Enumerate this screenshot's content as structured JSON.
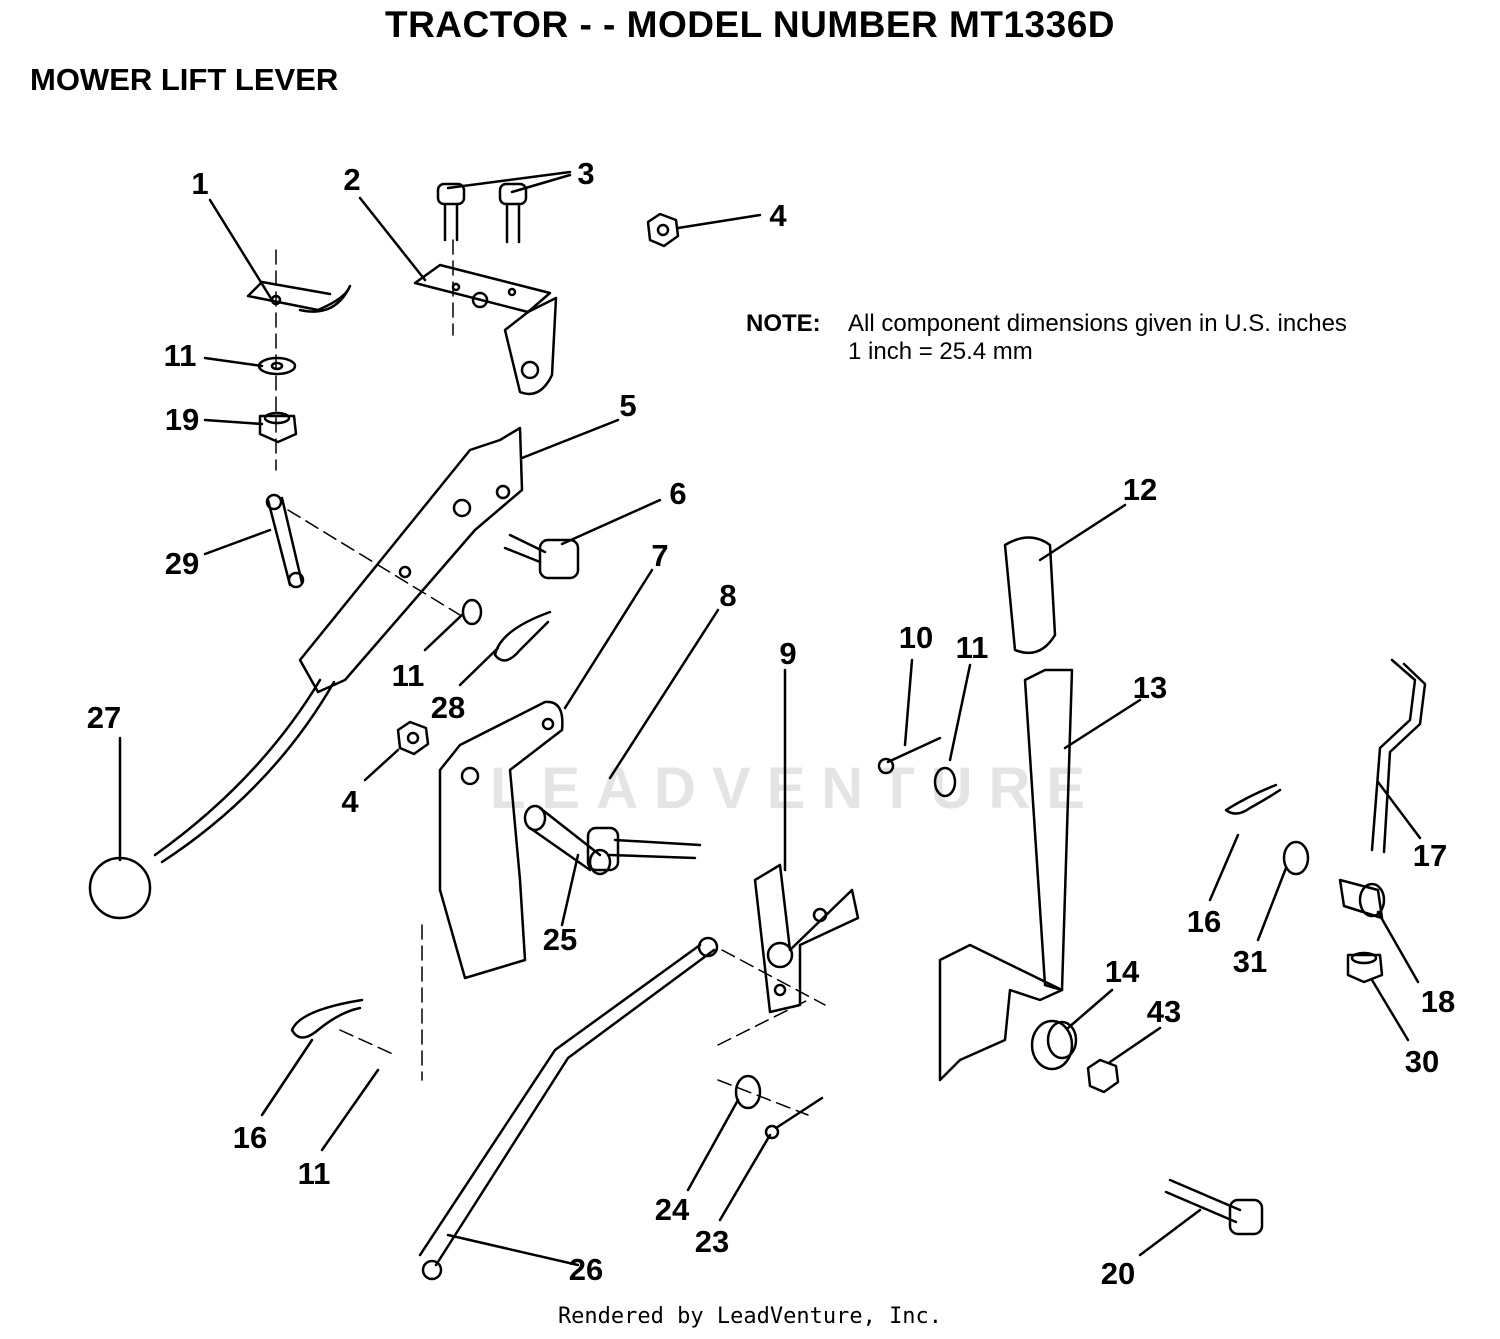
{
  "header": {
    "title": "TRACTOR - - MODEL NUMBER MT1336D",
    "subtitle": "MOWER LIFT LEVER"
  },
  "note": {
    "label": "NOTE:",
    "line1": "All component dimensions given in U.S. inches",
    "line2": "1 inch = 25.4 mm"
  },
  "watermark": "LEADVENTURE",
  "footer": "Rendered by LeadVenture, Inc.",
  "callouts": [
    "1",
    "2",
    "3",
    "4",
    "11",
    "19",
    "5",
    "6",
    "29",
    "7",
    "8",
    "9",
    "12",
    "10",
    "11",
    "13",
    "27",
    "11",
    "28",
    "4",
    "25",
    "16",
    "31",
    "17",
    "18",
    "30",
    "14",
    "43",
    "16",
    "11",
    "24",
    "23",
    "26",
    "20"
  ]
}
